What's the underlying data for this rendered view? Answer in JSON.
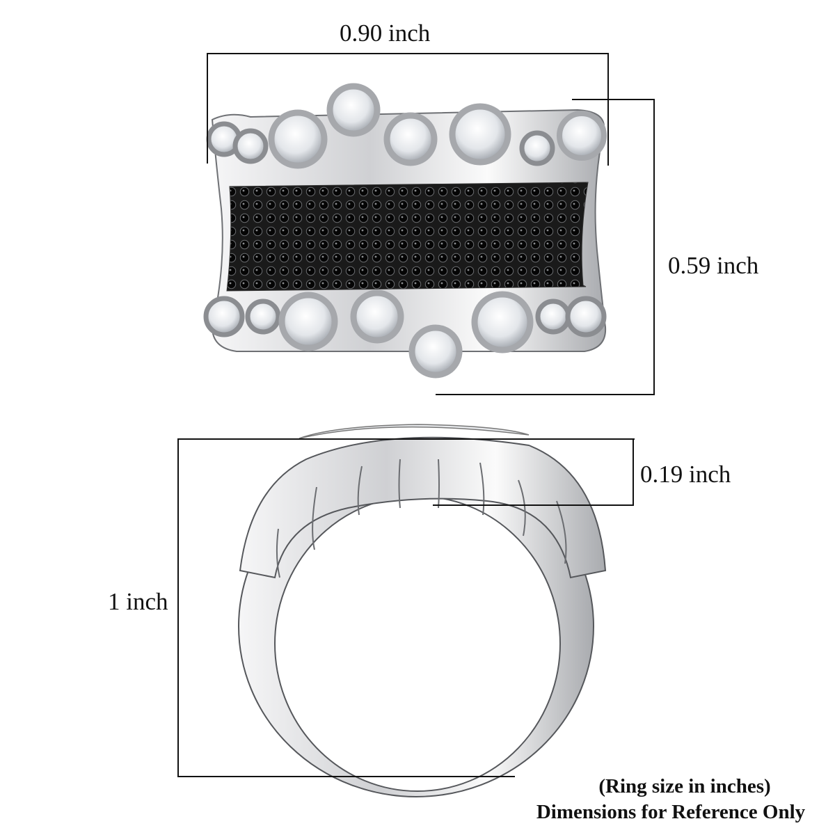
{
  "image": {
    "subject": "Ring with white round bezel-set stones and black pavé center band",
    "background_color": "#ffffff"
  },
  "dimensions": {
    "width_label": "0.90 inch",
    "height_label": "0.59 inch",
    "band_label": "0.19 inch",
    "total_height_label": "1 inch"
  },
  "notes": {
    "line1": "(Ring size in inches)",
    "line2": "Dimensions for Reference Only"
  },
  "colors": {
    "line": "#111111",
    "metal": "#d9dadc",
    "metal_dark": "#8a8c90",
    "pave": "#0d0d0d",
    "stone": "#eef0f3"
  }
}
